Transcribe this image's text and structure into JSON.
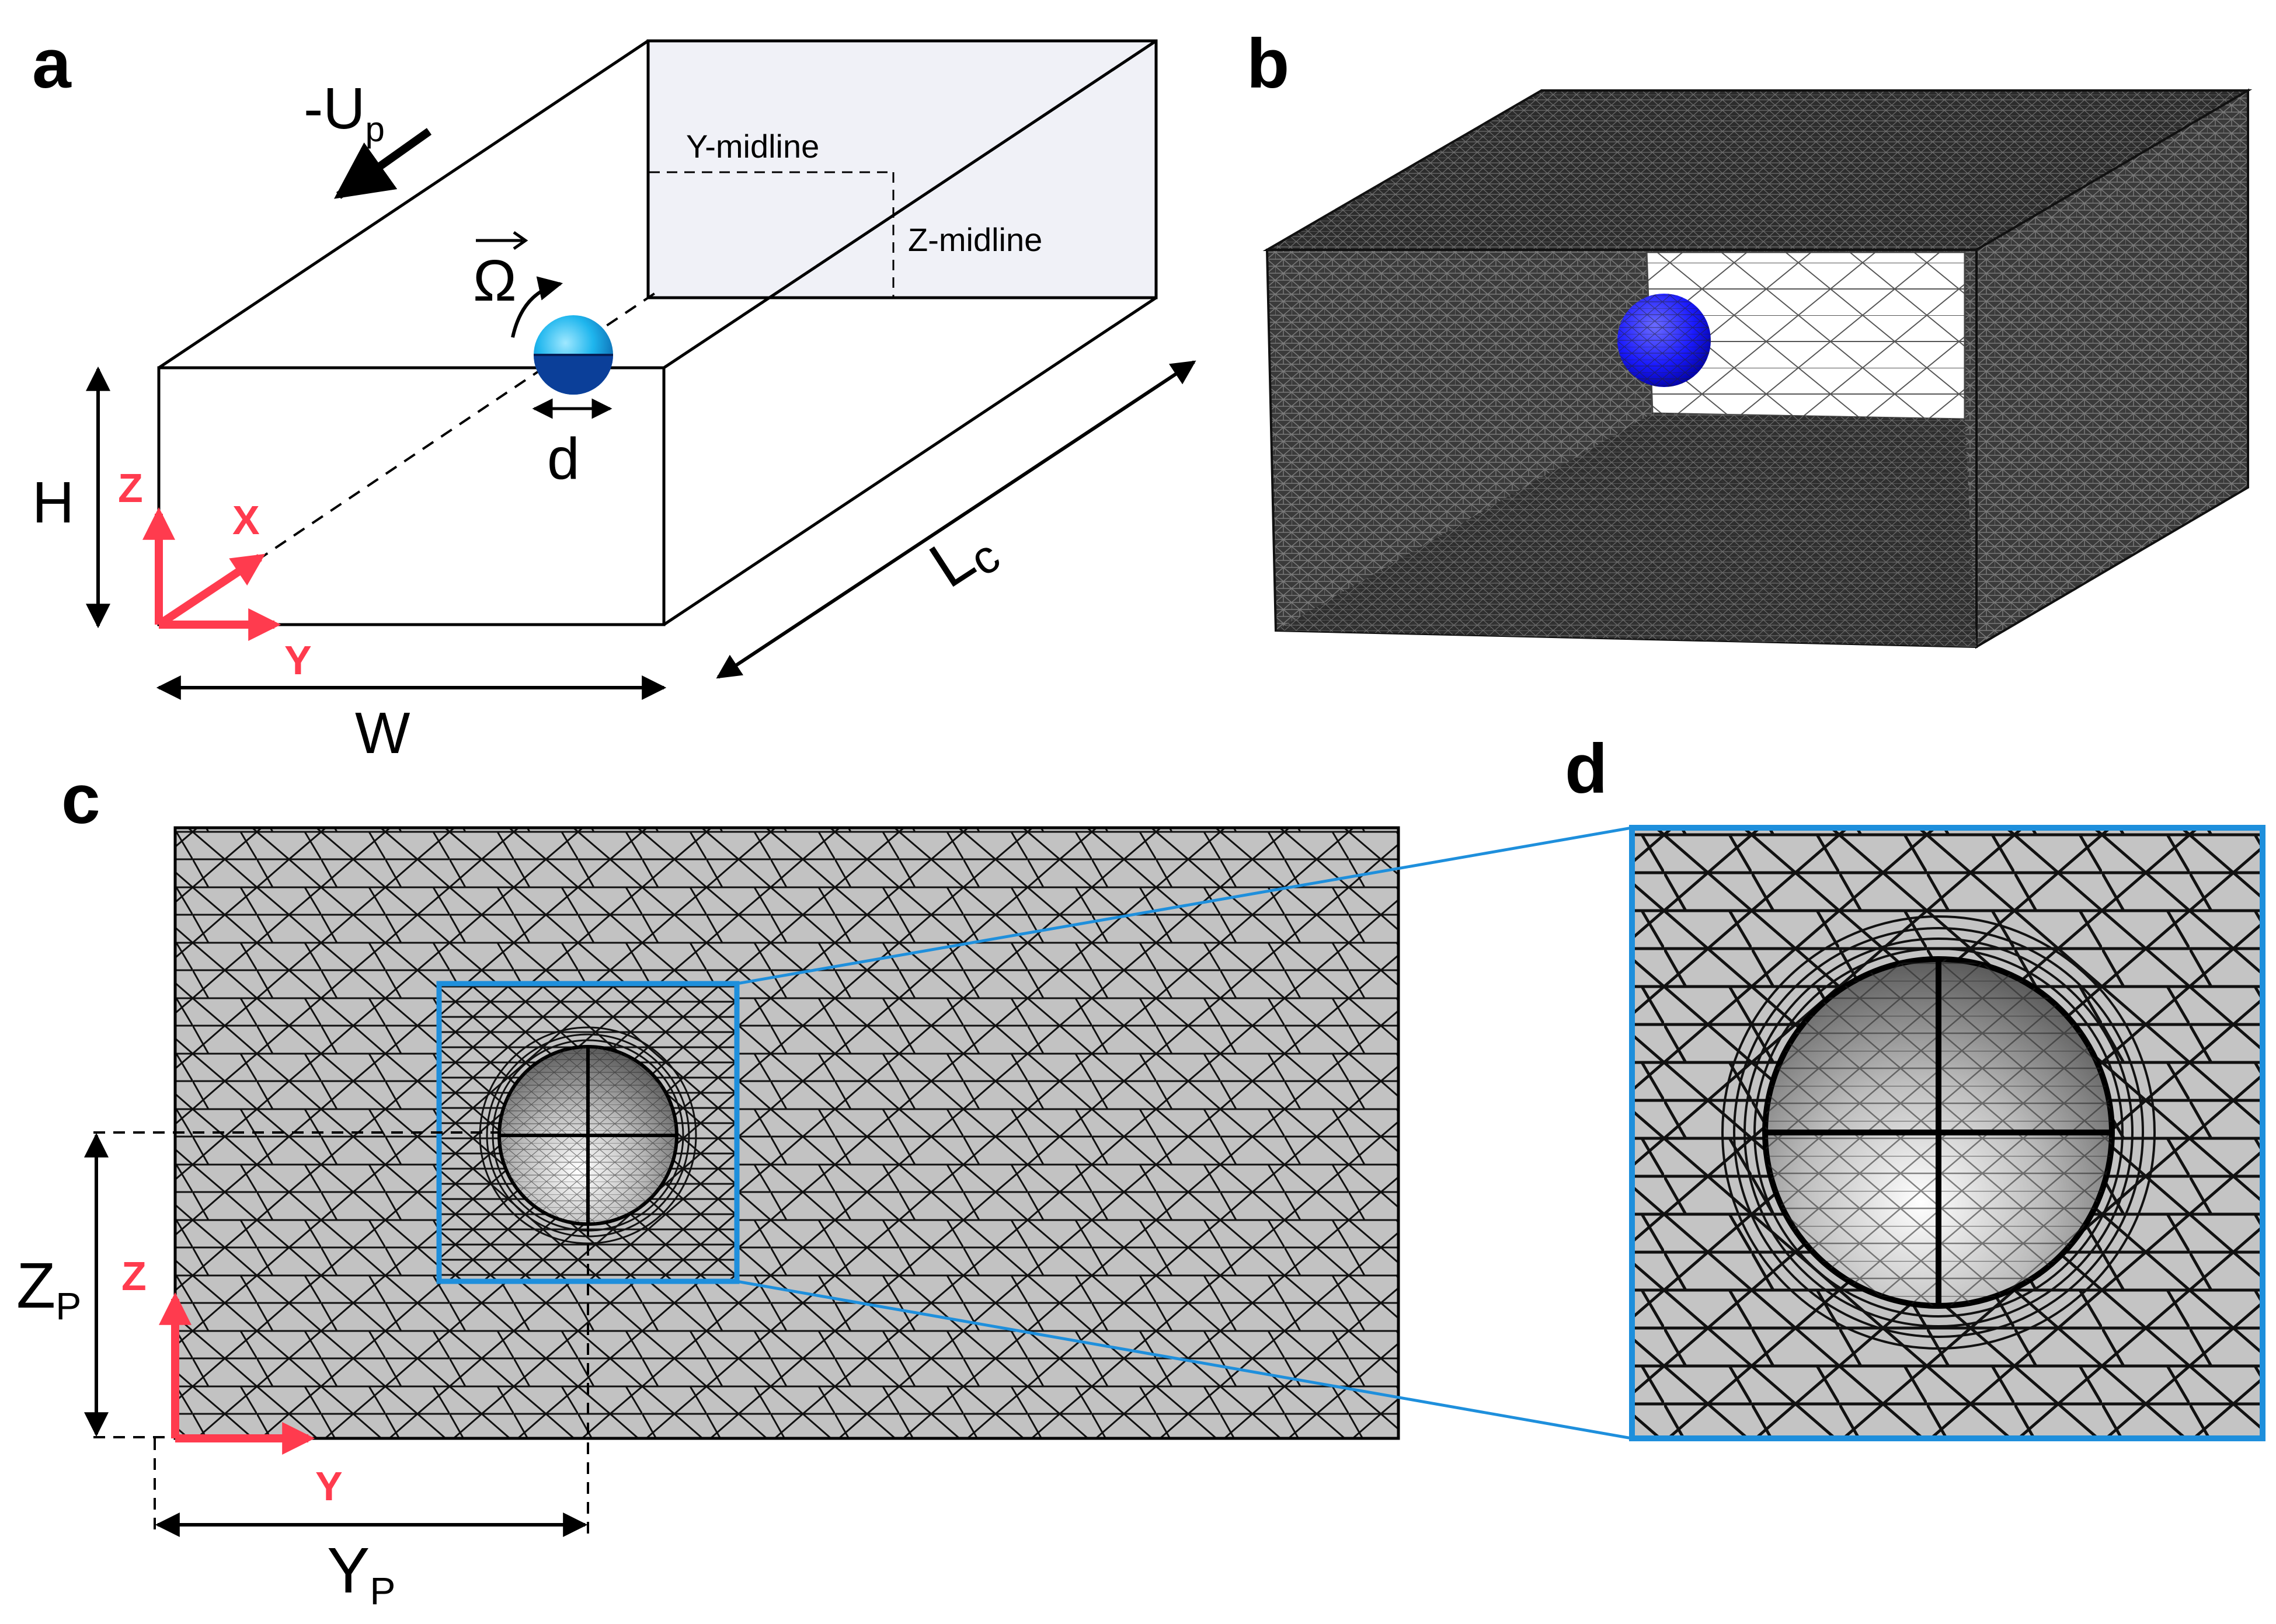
{
  "panels": {
    "a": {
      "letter": "a",
      "flow_label": "-U",
      "flow_sub": "p",
      "omega_label": "Ω",
      "y_midline": "Y-midline",
      "z_midline": "Z-midline",
      "height_label": "H",
      "width_label": "W",
      "length_label": "L",
      "length_sub": "c",
      "diameter_label": "d",
      "axis_z": "Z",
      "axis_x": "X",
      "axis_y": "Y"
    },
    "b": {
      "letter": "b"
    },
    "c": {
      "letter": "c",
      "zp_label": "Z",
      "zp_sub": "P",
      "yp_label": "Y",
      "yp_sub": "P",
      "axis_z": "Z",
      "axis_y": "Y"
    },
    "d": {
      "letter": "d"
    }
  },
  "colors": {
    "axis_red": "#ff3b4e",
    "zoom_blue": "#1e8fdc",
    "sphere_blue": "#1a1aff",
    "sphere_cyan": "#1fb6ee",
    "mesh_dark": "#3c3c3c",
    "mesh_light": "#c0c0c0"
  }
}
